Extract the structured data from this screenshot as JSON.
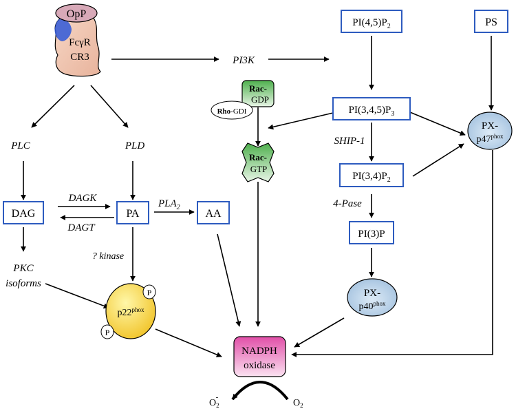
{
  "receptor": {
    "oppsonin": "OpP",
    "line1": "FcγR",
    "line2": "CR3"
  },
  "enzymes": {
    "pi3k": "PI3K",
    "plc": "PLC",
    "pld": "PLD",
    "dagk": "DAGK",
    "dagt": "DAGT",
    "pla2_base": "PLA",
    "pla2_sub": "2",
    "kinase": "? kinase",
    "pkc_line1": "PKC",
    "pkc_line2": "isoforms",
    "ship1": "SHIP-1",
    "fourpase": "4-Pase"
  },
  "lipids": {
    "dag": "DAG",
    "pa": "PA",
    "aa": "AA",
    "pi45p2_base": "PI(4,5)P",
    "pi45p2_sub": "2",
    "ps": "PS",
    "pi345p3_base": "PI(3,4,5)P",
    "pi345p3_sub": "3",
    "pi34p2_base": "PI(3,4)P",
    "pi34p2_sub": "2",
    "pi3p": "PI(3)P"
  },
  "rac": {
    "gdp_top": "Rac-",
    "gdp_bottom": "GDP",
    "rhogdi_bold": "Rho",
    "rhogdi_rest": "-GDI",
    "gtp_top": "Rac-",
    "gtp_bottom": "GTP"
  },
  "px": {
    "p47_top": "PX-",
    "p47_base": "p47",
    "p47_sup": "phox",
    "p40_top": "PX-",
    "p40_base": "p40",
    "p40_sup": "phox"
  },
  "p22": {
    "base": "p22",
    "sup": "phox",
    "phos": "P"
  },
  "nadph": {
    "line1": "NADPH",
    "line2": "oxidase"
  },
  "products": {
    "o2minus_base": "O",
    "o2minus_sub": "2",
    "o2minus_sup": "-",
    "o2_base": "O",
    "o2_sub": "2"
  },
  "colors": {
    "box_stroke": "#2d5bbf",
    "receptor_fill": "#f1c3ad",
    "receptor_blue": "#2f58d8",
    "rac_green": "#6cc06a",
    "px_blue": "#aac6e0",
    "p22_yellow": "#f2d23a",
    "nadph_pink": "#ea5fb1"
  }
}
